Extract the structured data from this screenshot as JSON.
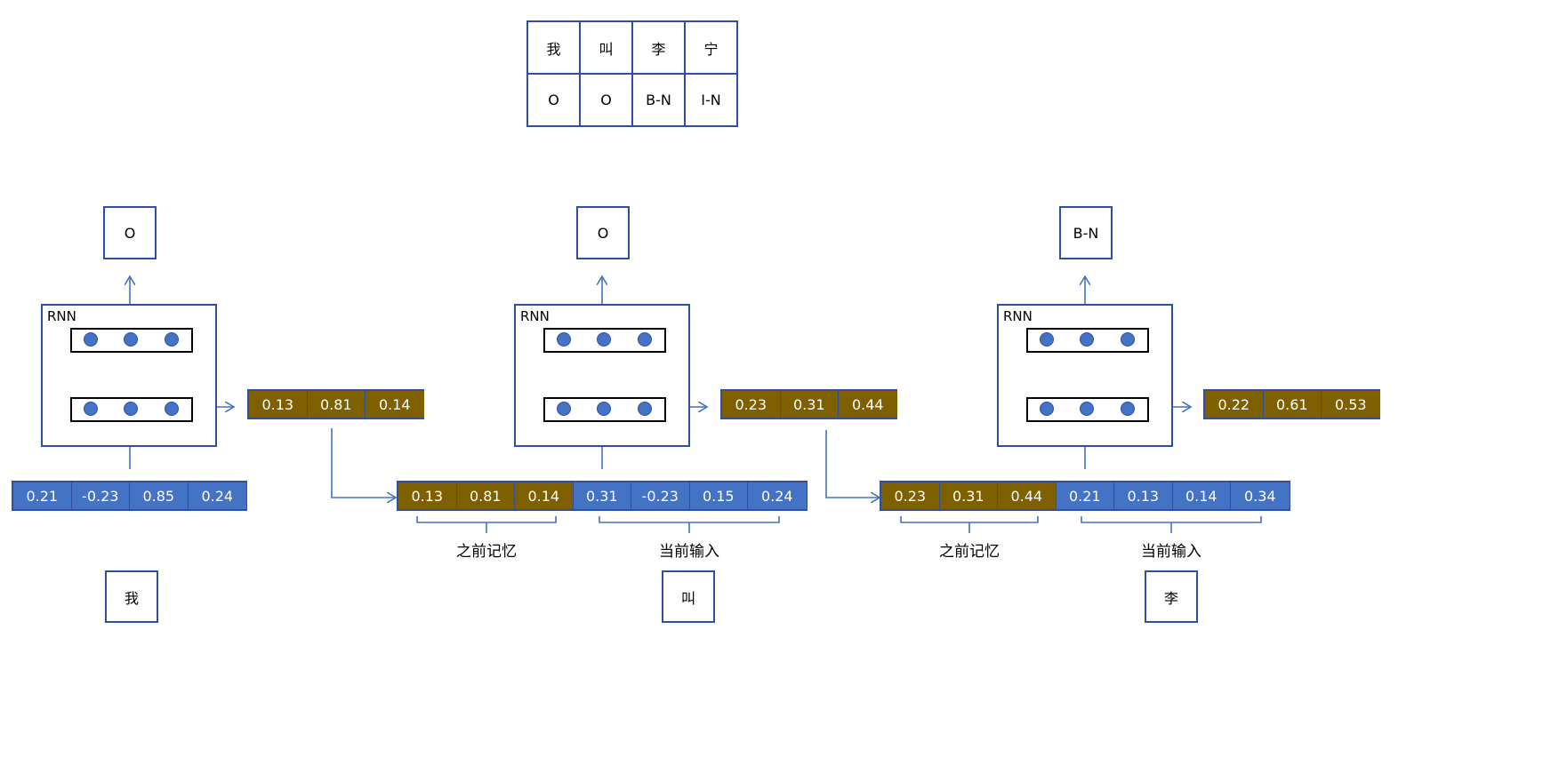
{
  "tag_table": {
    "chars": [
      "我",
      "叫",
      "李",
      "宁"
    ],
    "tags": [
      "O",
      "O",
      "B-N",
      "I-N"
    ]
  },
  "steps": [
    {
      "output_tag": "O",
      "rnn_label": "RNN",
      "hidden_state": [
        "0.13",
        "0.81",
        "0.14"
      ],
      "input_vector": [
        "0.21",
        "-0.23",
        "0.85",
        "0.24"
      ],
      "input_char": "我"
    },
    {
      "output_tag": "O",
      "rnn_label": "RNN",
      "hidden_state": [
        "0.23",
        "0.31",
        "0.44"
      ],
      "input_memory": [
        "0.13",
        "0.81",
        "0.14"
      ],
      "input_current": [
        "0.31",
        "-0.23",
        "0.15",
        "0.24"
      ],
      "memory_caption": "之前记忆",
      "current_caption": "当前输入",
      "input_char": "叫"
    },
    {
      "output_tag": "B-N",
      "rnn_label": "RNN",
      "hidden_state": [
        "0.22",
        "0.61",
        "0.53"
      ],
      "input_memory": [
        "0.23",
        "0.31",
        "0.44"
      ],
      "input_current": [
        "0.21",
        "0.13",
        "0.14",
        "0.34"
      ],
      "memory_caption": "之前记忆",
      "current_caption": "当前输入",
      "input_char": "李"
    }
  ],
  "colors": {
    "memory": "#7f6000",
    "input": "#4472c4",
    "line": "#4472c4"
  }
}
